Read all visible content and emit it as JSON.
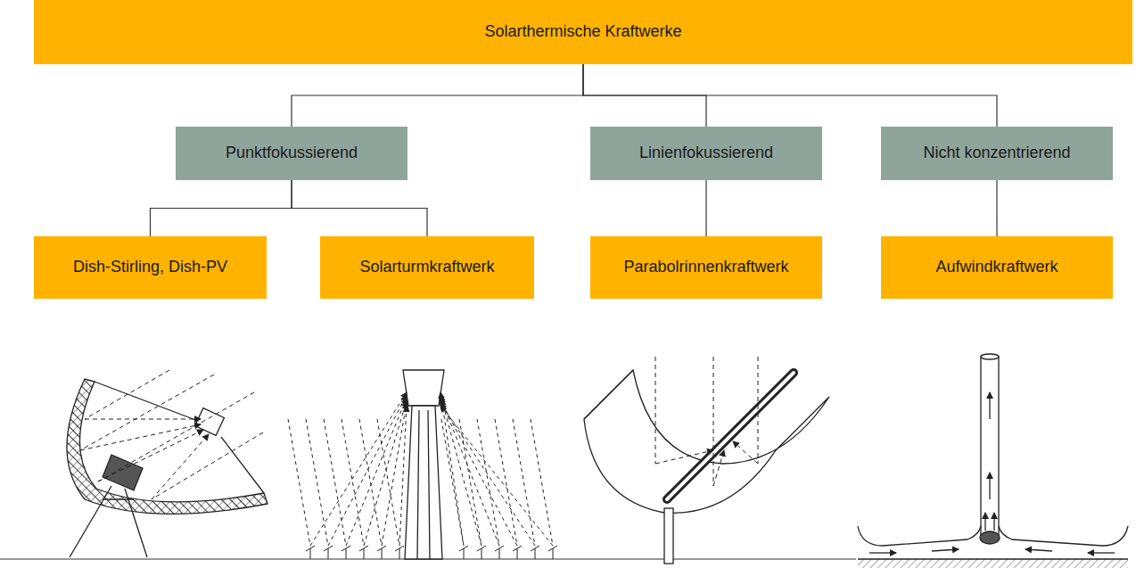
{
  "diagram": {
    "nodes": [
      {
        "text": [
          "Solarthermische Kraftwerke"
        ]
      },
      {
        "text": [
          "Punktfokussierend"
        ]
      },
      {
        "text": [
          "Linienfokussierend"
        ]
      },
      {
        "text": [
          "Nicht konzentrierend"
        ]
      },
      {
        "text": [
          "Dish-Stirling, Dish-PV"
        ]
      },
      {
        "text": [
          "Solarturmkraftwerk"
        ]
      },
      {
        "text": [
          "Parabolrinnenkraftwerk"
        ]
      },
      {
        "text": [
          "Aufwindkraftwerk"
        ]
      }
    ],
    "edges": [
      {
        "from": 0,
        "to": 1,
        "arrow": "none"
      },
      {
        "from": 0,
        "to": 2,
        "arrow": "none"
      },
      {
        "from": 0,
        "to": 3,
        "arrow": "none"
      },
      {
        "from": 1,
        "to": 4,
        "arrow": "none"
      },
      {
        "from": 1,
        "to": 5,
        "arrow": "none"
      },
      {
        "from": 2,
        "to": 6,
        "arrow": "none"
      },
      {
        "from": 3,
        "to": 7,
        "arrow": "none"
      }
    ]
  }
}
